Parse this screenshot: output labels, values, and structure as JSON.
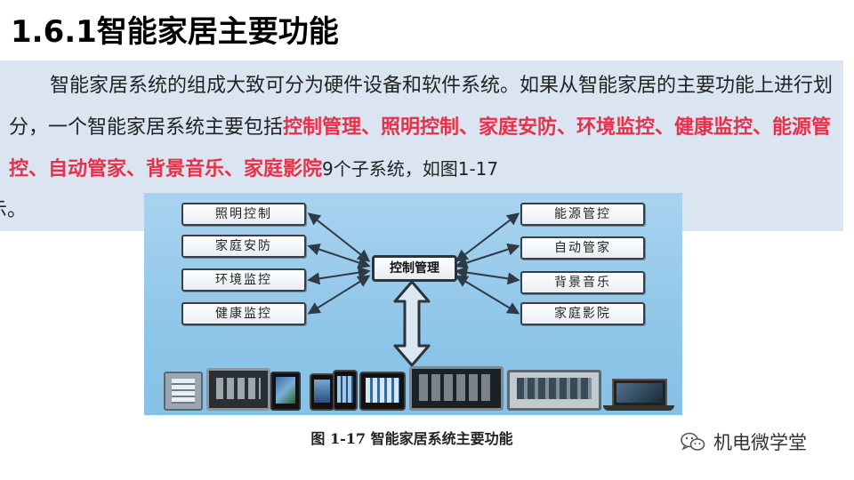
{
  "slide": {
    "title": "1.6.1智能家居主要功能"
  },
  "paragraph": {
    "lead": "智能家居系统的组成大致可分为硬件设备和软件系统。如果从智能家居的主要功能上进行划分，一个智能家居系统主要包括",
    "highlight": "控制管理、照明控制、家庭安防、环境监控、健康监控、能源管控、自动管家、背景音乐、家庭影院",
    "suffix": "9个子系统，如图1-17",
    "tail": "所示。"
  },
  "figure": {
    "center_label": "控制管理",
    "left_items": [
      "照明控制",
      "家庭安防",
      "环境监控",
      "健康监控"
    ],
    "right_items": [
      "能源管控",
      "自动管家",
      "背景音乐",
      "家庭影院"
    ],
    "caption": "图 1-17 智能家居系统主要功能"
  },
  "brand": {
    "name": "机电微学堂",
    "icon": "wechat-icon"
  },
  "colors": {
    "highlight": "#e8304a",
    "textbox_bg": "#dbe5f1",
    "diagram_bg": "#9ccdee"
  }
}
